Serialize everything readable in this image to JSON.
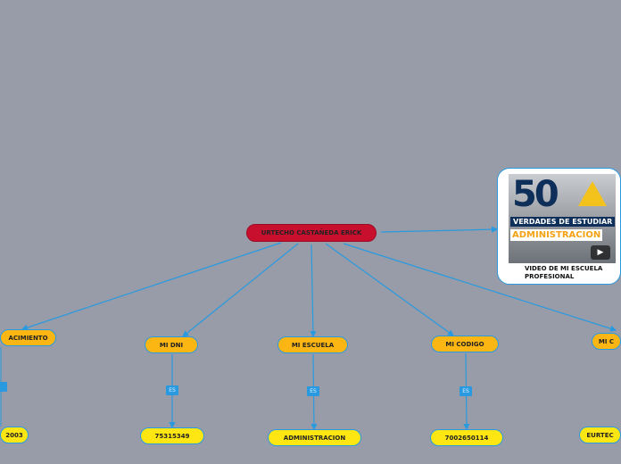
{
  "central": {
    "label": "URTECHO CASTAÑEDA ERICK"
  },
  "branches": [
    {
      "label": "ACIMIENTO",
      "connector": "ES",
      "value": "2003"
    },
    {
      "label": "MI DNI",
      "connector": "ES",
      "value": "75315349"
    },
    {
      "label": "MI ESCUELA",
      "connector": "ES",
      "value": "ADMINISTRACION"
    },
    {
      "label": "MI CODIGO",
      "connector": "ES",
      "value": "7002650114"
    },
    {
      "label": "MI C",
      "value": "EURTEC"
    }
  ],
  "video": {
    "thumb_number": "50",
    "thumb_line1": "VERDADES DE ESTUDIAR",
    "thumb_line2": "ADMINISTRACION",
    "caption": "VIDEO DE MI ESCUELA PROFESIONAL",
    "icon": "play-icon"
  },
  "colors": {
    "line": "#2a9ae0",
    "central": "#c8102e",
    "main_topic": "#fbb614",
    "value": "#fde612"
  }
}
